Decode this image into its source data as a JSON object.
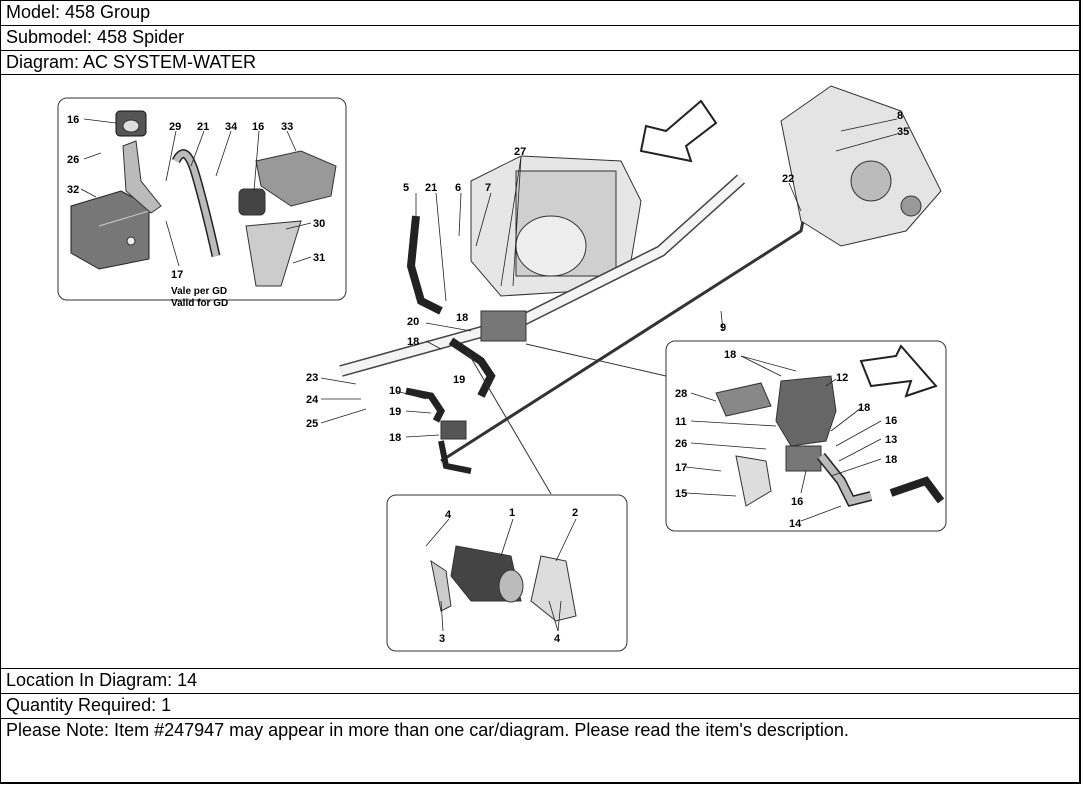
{
  "header": {
    "model": "Model: 458 Group",
    "submodel": "Submodel: 458 Spider",
    "diagram": "Diagram: AC SYSTEM-WATER"
  },
  "diagram": {
    "inset_top_left_note_line1": "Vale per GD",
    "inset_top_left_note_line2": "Valid for GD",
    "callouts": {
      "c1": "1",
      "c2": "2",
      "c3": "3",
      "c4a": "4",
      "c4b": "4",
      "c5": "5",
      "c6": "6",
      "c7": "7",
      "c8": "8",
      "c9": "9",
      "c10": "10",
      "c11": "11",
      "c12": "12",
      "c13": "13",
      "c14": "14",
      "c15": "15",
      "c16a": "16",
      "c16b": "16",
      "c16c": "16",
      "c16d": "16",
      "c17a": "17",
      "c17b": "17",
      "c18a": "18",
      "c18b": "18",
      "c18c": "18",
      "c18d": "18",
      "c18e": "18",
      "c18f": "18",
      "c19a": "19",
      "c19b": "19",
      "c20": "20",
      "c21a": "21",
      "c21b": "21",
      "c22": "22",
      "c23": "23",
      "c24": "24",
      "c25": "25",
      "c26a": "26",
      "c26b": "26",
      "c27": "27",
      "c28": "28",
      "c29": "29",
      "c30": "30",
      "c31": "31",
      "c32": "32",
      "c33": "33",
      "c34": "34",
      "c35": "35"
    }
  },
  "footer": {
    "location": "Location In Diagram: 14",
    "quantity": "Quantity Required: 1",
    "note": "Please Note: Item #247947 may appear in more than one car/diagram. Please read the item's description."
  }
}
